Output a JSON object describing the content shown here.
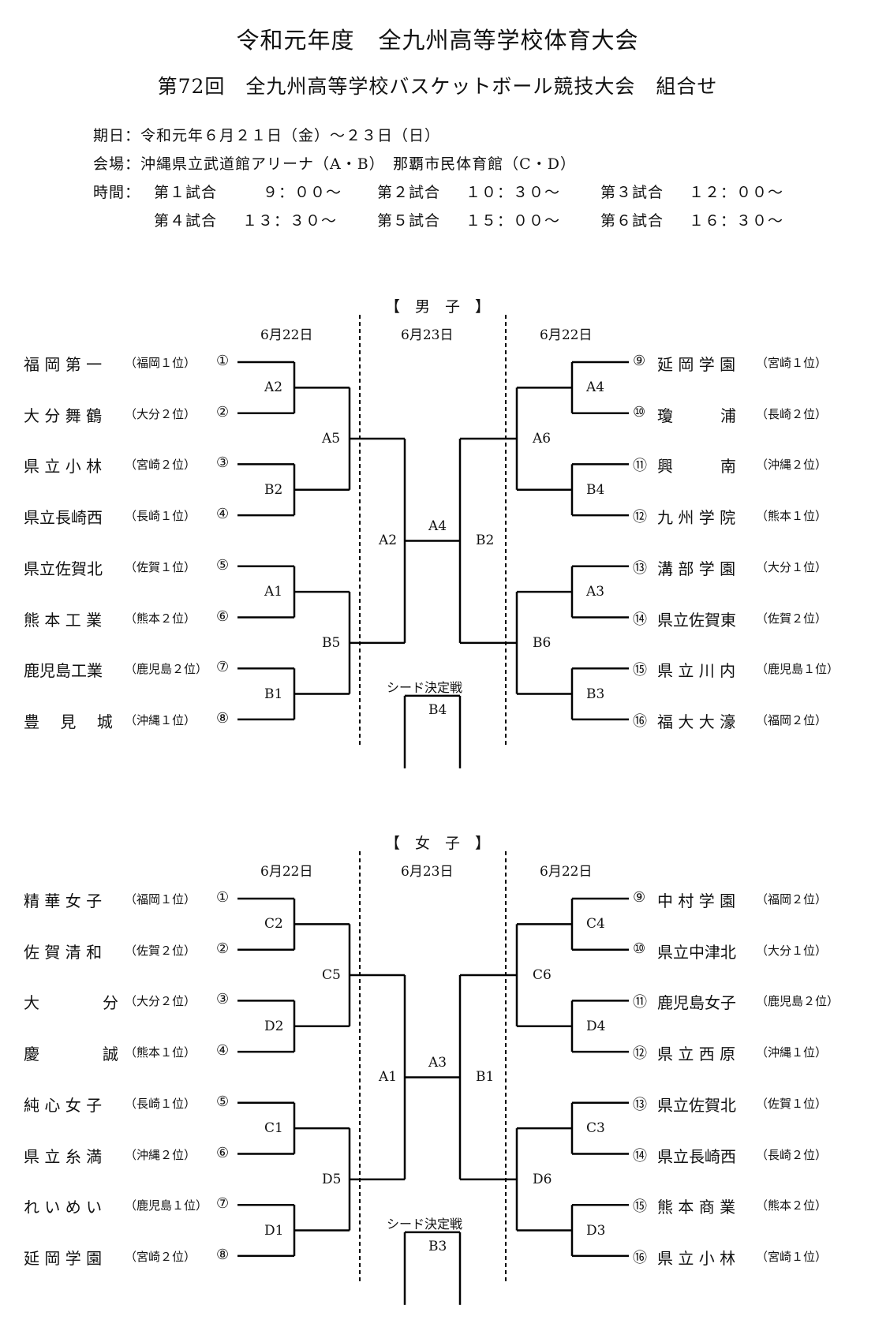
{
  "header": {
    "title": "令和元年度　全九州高等学校体育大会",
    "subtitle": "第72回　全九州高等学校バスケットボール競技大会　組合せ",
    "period": "期日：令和元年６月２１日（金）～２３日（日）",
    "venue": "会場：沖縄県立武道館アリーナ（A・B）　那覇市民体育館（C・D）",
    "time_label": "時間：",
    "games": [
      {
        "name": "第１試合",
        "time": "９：００～"
      },
      {
        "name": "第２試合",
        "time": "１０：３０～"
      },
      {
        "name": "第３試合",
        "time": "１２：００～"
      },
      {
        "name": "第４試合",
        "time": "１３：３０～"
      },
      {
        "name": "第５試合",
        "time": "１５：００～"
      },
      {
        "name": "第６試合",
        "time": "１６：３０～"
      }
    ]
  },
  "men": {
    "title": "【　男　子　】",
    "date_left": "6月22日",
    "date_center": "6月23日",
    "date_right": "6月22日",
    "left_teams": [
      {
        "name": "福 岡 第 一",
        "pref": "（福岡１位）",
        "num": "①"
      },
      {
        "name": "大 分 舞 鶴",
        "pref": "（大分２位）",
        "num": "②"
      },
      {
        "name": "県 立 小 林",
        "pref": "（宮崎２位）",
        "num": "③"
      },
      {
        "name": "県立長崎西",
        "pref": "（長崎１位）",
        "num": "④"
      },
      {
        "name": "県立佐賀北",
        "pref": "（佐賀１位）",
        "num": "⑤"
      },
      {
        "name": "熊 本 工 業",
        "pref": "（熊本２位）",
        "num": "⑥"
      },
      {
        "name": "鹿児島工業",
        "pref": "（鹿児島２位）",
        "num": "⑦"
      },
      {
        "name": "豊　 見　 城",
        "pref": "（沖縄１位）",
        "num": "⑧"
      }
    ],
    "right_teams": [
      {
        "num": "⑨",
        "name": "延 岡 学 園",
        "pref": "（宮崎１位）"
      },
      {
        "num": "⑩",
        "name": "瓊　　　浦",
        "pref": "（長崎２位）"
      },
      {
        "num": "⑪",
        "name": "興　　　南",
        "pref": "（沖縄２位）"
      },
      {
        "num": "⑫",
        "name": "九 州 学 院",
        "pref": "（熊本１位）"
      },
      {
        "num": "⑬",
        "name": "溝 部 学 園",
        "pref": "（大分１位）"
      },
      {
        "num": "⑭",
        "name": "県立佐賀東",
        "pref": "（佐賀２位）"
      },
      {
        "num": "⑮",
        "name": "県 立 川 内",
        "pref": "（鹿児島１位）"
      },
      {
        "num": "⑯",
        "name": "福 大 大 濠",
        "pref": "（福岡２位）"
      }
    ],
    "left_r1": [
      "A2",
      "B2",
      "A1",
      "B1"
    ],
    "left_r2": [
      "A5",
      "B5"
    ],
    "left_semi": "A2",
    "final": "A4",
    "right_semi": "B2",
    "right_r2": [
      "A6",
      "B6"
    ],
    "right_r1": [
      "A4",
      "B4",
      "A3",
      "B3"
    ],
    "seed_title": "シード決定戦",
    "seed_court": "B4"
  },
  "women": {
    "title": "【　女　子　】",
    "date_left": "6月22日",
    "date_center": "6月23日",
    "date_right": "6月22日",
    "left_teams": [
      {
        "name": "精 華 女 子",
        "pref": "（福岡１位）",
        "num": "①"
      },
      {
        "name": "佐 賀 清 和",
        "pref": "（佐賀２位）",
        "num": "②"
      },
      {
        "name": "大　　　　分",
        "pref": "（大分２位）",
        "num": "③"
      },
      {
        "name": "慶　　　　誠",
        "pref": "（熊本１位）",
        "num": "④"
      },
      {
        "name": "純 心 女 子",
        "pref": "（長崎１位）",
        "num": "⑤"
      },
      {
        "name": "県 立 糸 満",
        "pref": "（沖縄２位）",
        "num": "⑥"
      },
      {
        "name": "れ い め い",
        "pref": "（鹿児島１位）",
        "num": "⑦"
      },
      {
        "name": "延 岡 学 園",
        "pref": "（宮崎２位）",
        "num": "⑧"
      }
    ],
    "right_teams": [
      {
        "num": "⑨",
        "name": "中 村 学 園",
        "pref": "（福岡２位）"
      },
      {
        "num": "⑩",
        "name": "県立中津北",
        "pref": "（大分１位）"
      },
      {
        "num": "⑪",
        "name": "鹿児島女子",
        "pref": "（鹿児島２位）"
      },
      {
        "num": "⑫",
        "name": "県 立 西 原",
        "pref": "（沖縄１位）"
      },
      {
        "num": "⑬",
        "name": "県立佐賀北",
        "pref": "（佐賀１位）"
      },
      {
        "num": "⑭",
        "name": "県立長崎西",
        "pref": "（長崎２位）"
      },
      {
        "num": "⑮",
        "name": "熊 本 商 業",
        "pref": "（熊本２位）"
      },
      {
        "num": "⑯",
        "name": "県 立 小 林",
        "pref": "（宮崎１位）"
      }
    ],
    "left_r1": [
      "C2",
      "D2",
      "C1",
      "D1"
    ],
    "left_r2": [
      "C5",
      "D5"
    ],
    "left_semi": "A1",
    "final": "A3",
    "right_semi": "B1",
    "right_r2": [
      "C6",
      "D6"
    ],
    "right_r1": [
      "C4",
      "D4",
      "C3",
      "D3"
    ],
    "seed_title": "シード決定戦",
    "seed_court": "B3"
  }
}
